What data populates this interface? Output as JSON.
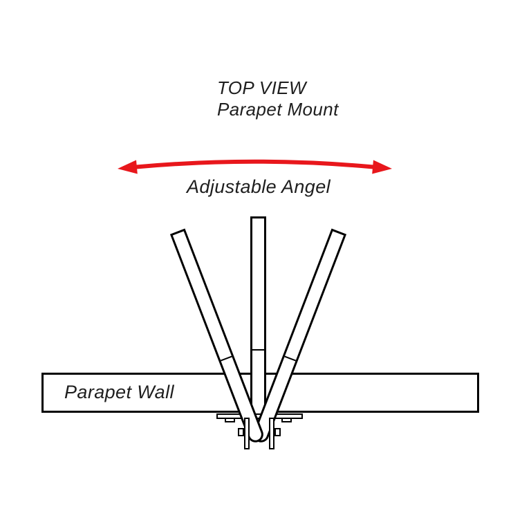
{
  "title": {
    "line1": "TOP VIEW",
    "line2": "Parapet Mount"
  },
  "angle_indicator": {
    "label": "Adjustable Angel",
    "arrow_color": "#e8171c"
  },
  "wall": {
    "label": "Parapet Wall"
  },
  "colors": {
    "line": "#000000",
    "text": "#1e1e1e",
    "background": "#ffffff"
  }
}
